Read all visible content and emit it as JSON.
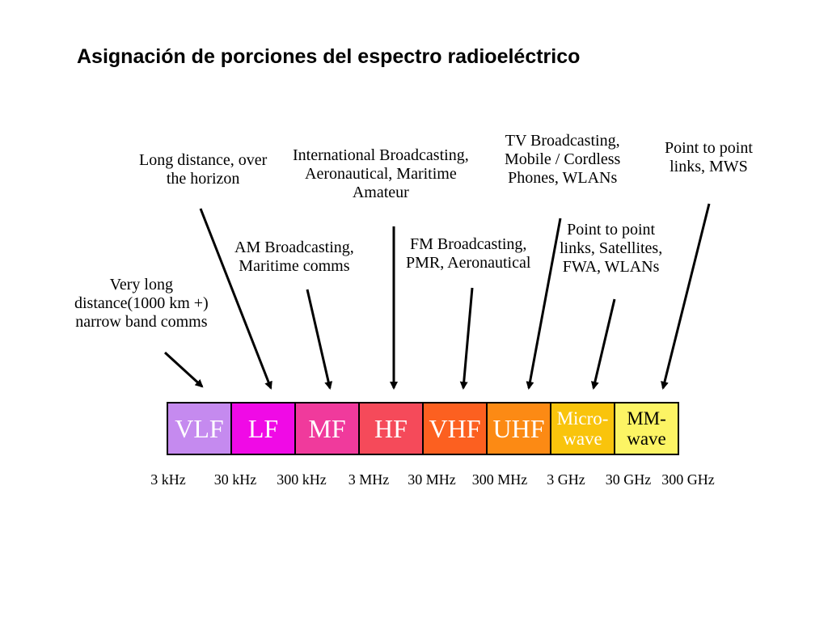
{
  "title": "Asignación de porciones del espectro radioeléctrico",
  "labels": {
    "very_long": [
      "Very long",
      "distance(1000 km +)",
      "narrow band comms"
    ],
    "long_distance": [
      "Long distance, over",
      "the horizon"
    ],
    "am": [
      "AM Broadcasting,",
      "Maritime comms"
    ],
    "international": [
      "International Broadcasting,",
      "Aeronautical, Maritime",
      "Amateur"
    ],
    "fm": [
      "FM Broadcasting,",
      "PMR, Aeronautical"
    ],
    "tv": [
      "TV Broadcasting,",
      "Mobile / Cordless",
      "Phones, WLANs"
    ],
    "p2p_sat": [
      "Point to point",
      "links, Satellites,",
      "FWA, WLANs"
    ],
    "p2p_mws": [
      "Point to point",
      "links, MWS"
    ]
  },
  "bands": [
    {
      "name": "VLF",
      "color": "#c58aef"
    },
    {
      "name": "LF",
      "color": "#f00ae6"
    },
    {
      "name": "MF",
      "color": "#f03a9c"
    },
    {
      "name": "HF",
      "color": "#f54a5a"
    },
    {
      "name": "VHF",
      "color": "#fc6020"
    },
    {
      "name": "UHF",
      "color": "#fc8a14"
    },
    {
      "name": "Micro-",
      "name2": "wave",
      "color": "#f9c40c"
    },
    {
      "name": "MM-",
      "name2": "wave",
      "color": "#fcf464"
    }
  ],
  "frequencies": [
    "3 kHz",
    "30 kHz",
    "300 kHz",
    "3 MHz",
    "30 MHz",
    "300 MHz",
    "3 GHz",
    "30 GHz",
    "300 GHz"
  ]
}
